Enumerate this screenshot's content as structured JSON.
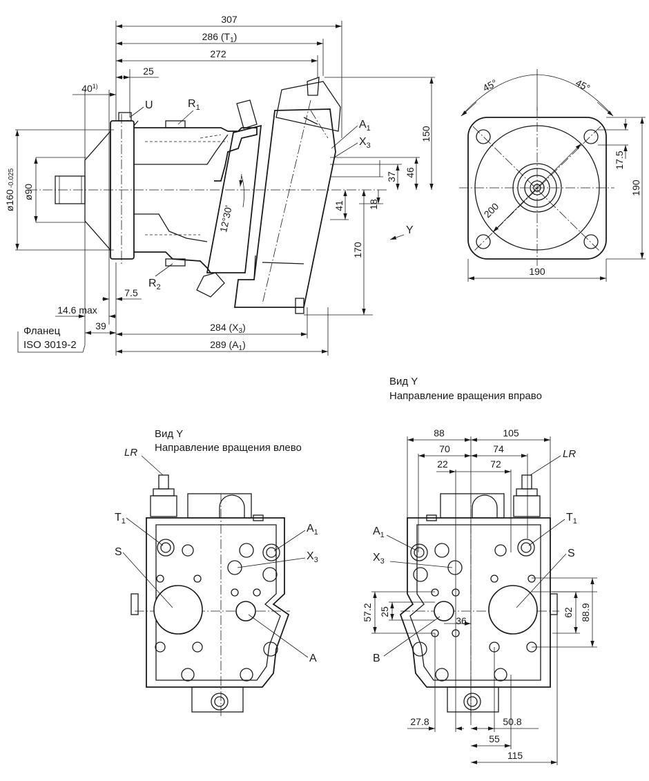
{
  "dimensions_top": {
    "d307": "307",
    "d286": "286 (T",
    "d286_sub": "1",
    "d286_close": ")",
    "d272": "272",
    "d25": "25",
    "d40": "40",
    "d40_sup": "1)",
    "d150": "150",
    "d46": "46",
    "d37": "37",
    "d41": "41",
    "d18": "18",
    "d170": "170",
    "d160": "ø160",
    "d160_tol": "-0.025",
    "d90": "ø90",
    "d75": "7.5",
    "d146": "14.6 max",
    "d39": "39",
    "d284": "284 (X",
    "d284_sub": "3",
    "d284_close": ")",
    "d289": "289 (A",
    "d289_sub": "1",
    "d289_close": ")",
    "angle": "12°30'"
  },
  "labels_top": {
    "U": "U",
    "R1": "R",
    "R1_sub": "1",
    "R2": "R",
    "R2_sub": "2",
    "A1": "A",
    "A1_sub": "1",
    "X3": "X",
    "X3_sub": "3",
    "Y": "Y",
    "flange_1": "Фланец",
    "flange_2": "ISO 3019-2"
  },
  "front_view": {
    "a45_left": "45°",
    "a45_right": "45°",
    "d175": "17.5",
    "d190_v": "190",
    "d190_h": "190",
    "d200": "200"
  },
  "view_left": {
    "title": "Вид Y",
    "subtitle": "Направление вращения влево",
    "LR": "LR",
    "T1": "T",
    "T1_sub": "1",
    "S": "S",
    "A1": "A",
    "A1_sub": "1",
    "X3": "X",
    "X3_sub": "3",
    "A": "A"
  },
  "view_right": {
    "title": "Вид Y",
    "subtitle": "Направление вращения вправо",
    "LR": "LR",
    "d88": "88",
    "d105": "105",
    "d70": "70",
    "d74": "74",
    "d22": "22",
    "d72": "72",
    "A1": "A",
    "A1_sub": "1",
    "X3": "X",
    "X3_sub": "3",
    "T1": "T",
    "T1_sub": "1",
    "S": "S",
    "B": "B",
    "d572": "57.2",
    "d25": "25",
    "d36": "36",
    "d62": "62",
    "d889": "88.9",
    "d278": "27.8",
    "d508": "50.8",
    "d55": "55",
    "d115": "115"
  }
}
